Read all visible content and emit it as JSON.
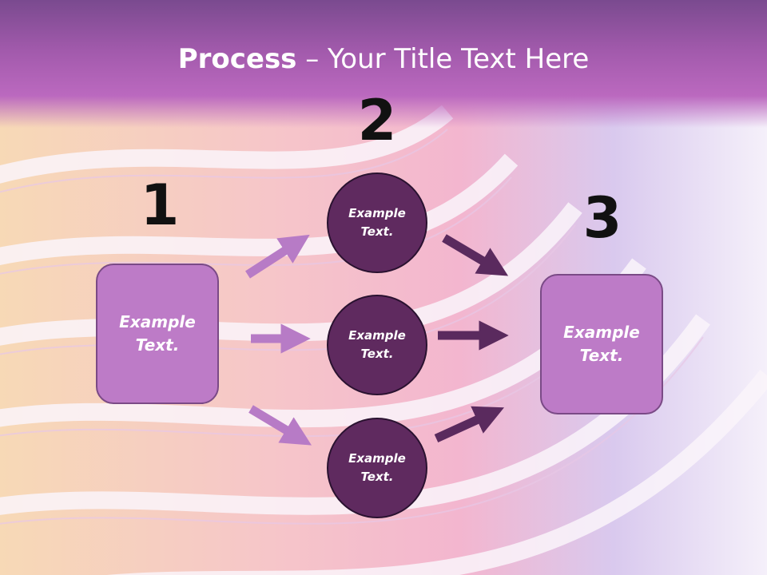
{
  "header": {
    "title_bold": "Process",
    "title_rest": " – Your Title Text Here"
  },
  "steps": {
    "one": "1",
    "two": "2",
    "three": "3"
  },
  "left_box": {
    "label": "Example Text."
  },
  "right_box": {
    "label": "Example Text."
  },
  "circles": [
    {
      "label": "Example Text."
    },
    {
      "label": "Example Text."
    },
    {
      "label": "Example Text."
    }
  ],
  "colors": {
    "header": "#a25aac",
    "box_fill": "#bd7bc7",
    "circle_fill": "#5f2a5f",
    "arrow_light": "#b77bc6",
    "arrow_dark": "#5a2a5e"
  }
}
